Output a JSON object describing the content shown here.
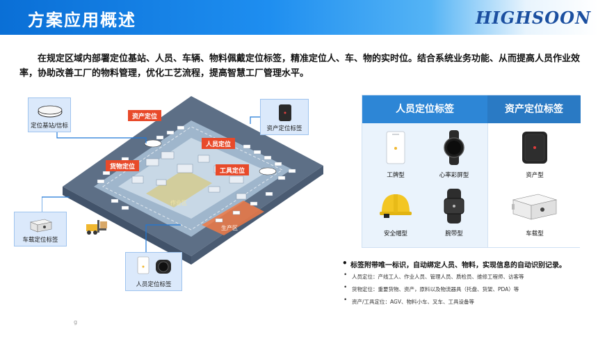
{
  "header": {
    "title": "方案应用概述",
    "logo": "HIGHSOON"
  },
  "intro": "在规定区域内部署定位基站、人员、车辆、物料佩戴定位标签，精准定位人、车、物的实时位。结合系统业务功能、从而提高人员作业效率，协助改善工厂的物料管理，优化工艺流程，提高智慧工厂管理水平。",
  "scene": {
    "callouts": {
      "base_station": "定位基站/信标",
      "asset_tag": "资产定位标签",
      "vehicle_tag": "车载定位标签",
      "person_tag": "人员定位标签"
    },
    "signs": [
      "资产定位",
      "人员定位",
      "货物定位",
      "工具定位"
    ],
    "zones": [
      "作业区",
      "生产区"
    ]
  },
  "panel": {
    "person_header": "人员定位标签",
    "asset_header": "资产定位标签",
    "person_items": [
      "工牌型",
      "心率彩屏型",
      "安全帽型",
      "腕带型"
    ],
    "asset_items": [
      "资产型",
      "车载型"
    ]
  },
  "bullets": {
    "main": "标签附带唯一标识，自动绑定人员、物料，实现信息的自动识别记录。",
    "subs": [
      "人员定位：产线工人、作业人员、管理人员、质检员、维修工程师、访客等",
      "货物定位：重要货物、资产，原料以及物流器具（托盘、货架、PDA）等",
      "资产/工具定位：AGV、物料小车、叉车、工具设备等"
    ]
  },
  "footer_mark": "g",
  "colors": {
    "header_blue": "#0a6fd6",
    "panel_blue": "#2d86d6",
    "sign_red": "#e84a2a",
    "connector": "#1f78d8"
  }
}
